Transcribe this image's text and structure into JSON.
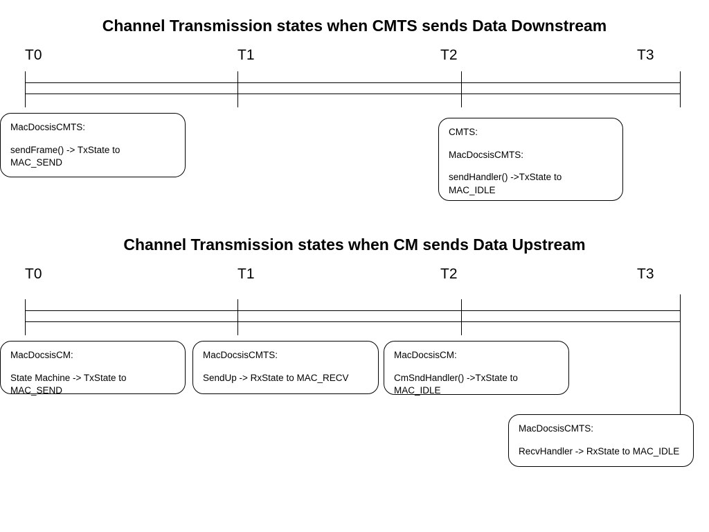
{
  "downstream": {
    "title": "Channel Transmission states when CMTS sends Data Downstream",
    "timeline": [
      "T0",
      "T1",
      "T2",
      "T3"
    ],
    "boxes": [
      {
        "lines": [
          "MacDocsisCMTS:",
          "sendFrame() -> TxState to MAC_SEND"
        ]
      },
      {
        "lines": [
          "CMTS:",
          "MacDocsisCMTS:",
          "sendHandler() ->TxState to MAC_IDLE"
        ]
      }
    ]
  },
  "upstream": {
    "title": "Channel Transmission states when CM sends Data Upstream",
    "timeline": [
      "T0",
      "T1",
      "T2",
      "T3"
    ],
    "boxes": [
      {
        "lines": [
          "MacDocsisCM:",
          "State Machine -> TxState to MAC_SEND"
        ]
      },
      {
        "lines": [
          "MacDocsisCMTS:",
          "SendUp -> RxState to MAC_RECV"
        ]
      },
      {
        "lines": [
          "MacDocsisCM:",
          "CmSndHandler() ->TxState to MAC_IDLE"
        ]
      },
      {
        "lines": [
          "MacDocsisCMTS:",
          "RecvHandler -> RxState to MAC_IDLE"
        ]
      }
    ]
  }
}
